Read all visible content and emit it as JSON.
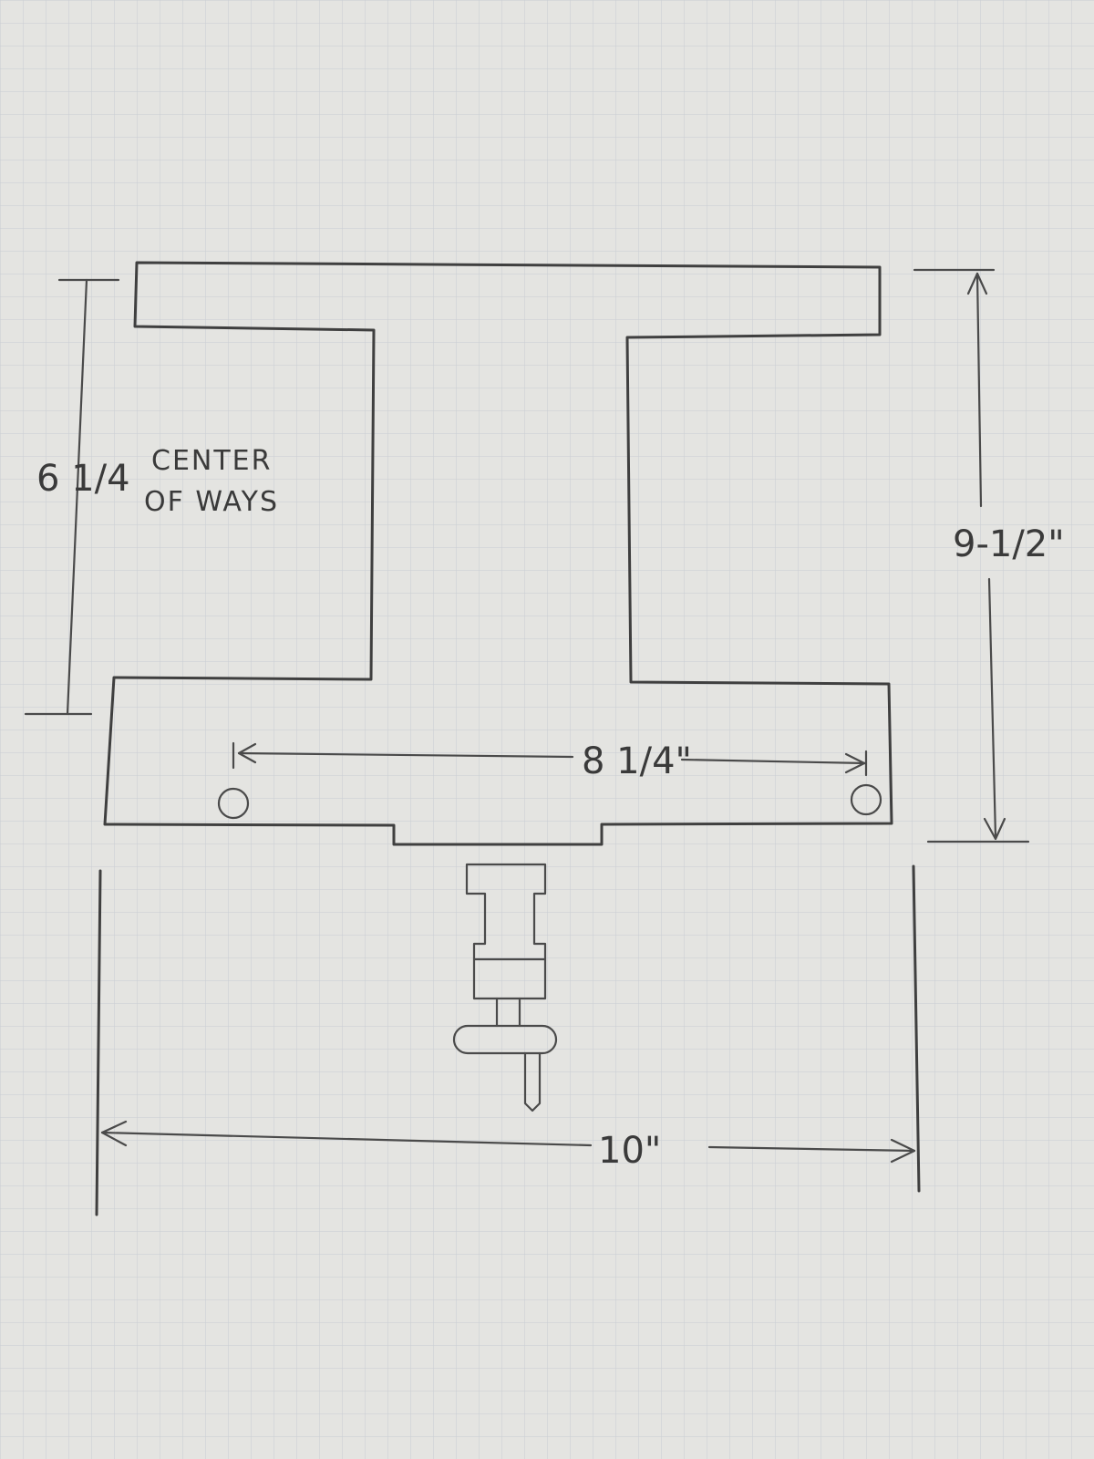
{
  "annotations": {
    "center_label_line1": "CENTER",
    "center_label_line2": "OF WAYS"
  },
  "dimensions": {
    "ways_center": "6 1/4",
    "overall_height": "9-1/2\"",
    "hole_spacing": "8 1/4\"",
    "overall_width": "10\""
  },
  "colors": {
    "paper": "#e4e4e1",
    "grid": "#c9cdd2",
    "pencil": "#3f3f3f"
  }
}
